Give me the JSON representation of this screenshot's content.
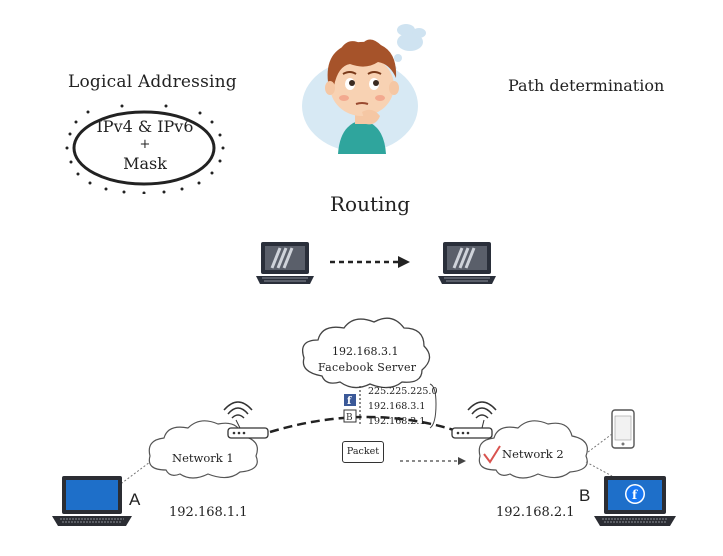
{
  "top": {
    "logical_addressing_label": "Logical Addressing",
    "ellipse_line1": "IPv4 & IPv6",
    "ellipse_line2": "+",
    "ellipse_line3": "Mask",
    "path_determination_label": "Path determination",
    "routing_label": "Routing"
  },
  "network": {
    "cloud_server_ip": "192.168.3.1",
    "cloud_server_name": "Facebook Server",
    "table_rows": [
      "225.225.225.0",
      "192.168.3.1",
      "192.168.2.1"
    ],
    "table_icon_f": "f",
    "table_icon_b": "B",
    "packet_label": "Packet",
    "network1_label": "Network 1",
    "network2_label": "Network 2",
    "host_a_label": "A",
    "host_b_label": "B",
    "ip_a": "192.168.1.1",
    "ip_b": "192.168.2.1",
    "facebook_logo_glyph": "f"
  },
  "colors": {
    "ink": "#222222",
    "laptop_blue": "#1e6fc9",
    "laptop_dark": "#2a2f3a",
    "facebook_blue": "#1877f2",
    "check_red": "#d9534f",
    "kid_bg": "#d7e9f4"
  }
}
